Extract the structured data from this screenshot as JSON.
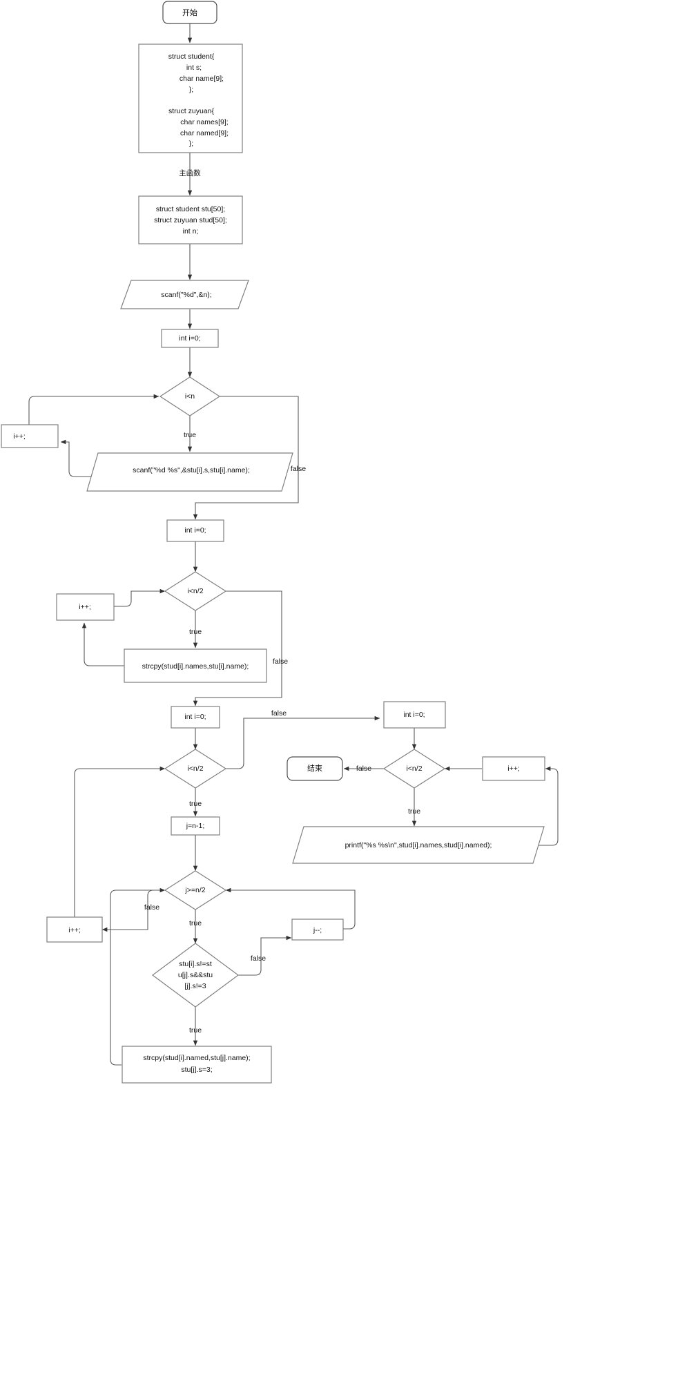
{
  "diagram": {
    "title": "C program flowchart",
    "language": "zh-CN + C",
    "colors": {
      "shape_stroke": "#7f7f7f",
      "shape_stroke_dark": "#4d4d4d",
      "connector": "#595959",
      "shape_fill": "#ffffff",
      "text": "#111111",
      "background": "#ffffff"
    }
  },
  "nodes": {
    "start": {
      "label": "开始",
      "shape": "terminator"
    },
    "structs": {
      "shape": "process",
      "lines": [
        "struct student{",
        "int s;",
        "char name[9];",
        "};",
        "",
        "struct zuyuan{",
        "char names[9];",
        "char named[9];",
        "};"
      ]
    },
    "declare": {
      "shape": "process",
      "lines": [
        "struct student stu[50];",
        "struct zuyuan stud[50];",
        "int n;"
      ]
    },
    "scan_n": {
      "label": "scanf(\"%d\",&n);",
      "shape": "io"
    },
    "init_i_1": {
      "label": "int i=0;",
      "shape": "process"
    },
    "cond_i_lt_n": {
      "label": "i<n",
      "shape": "decision"
    },
    "inc_i_1": {
      "label": "i++;",
      "shape": "process"
    },
    "scan_student": {
      "label": "scanf(\"%d %s\",&stu[i].s,stu[i].name);",
      "shape": "io"
    },
    "init_i_2": {
      "label": "int i=0;",
      "shape": "process"
    },
    "cond_i_lt_n2_a": {
      "label": "i<n/2",
      "shape": "decision"
    },
    "inc_i_2": {
      "label": "i++;",
      "shape": "process"
    },
    "strcpy_names": {
      "label": "strcpy(stud[i].names,stu[i].name);",
      "shape": "process"
    },
    "init_i_3": {
      "label": "int i=0;",
      "shape": "process"
    },
    "cond_i_lt_n2_b": {
      "label": "i<n/2",
      "shape": "decision"
    },
    "j_init": {
      "label": "j=n-1;",
      "shape": "process"
    },
    "cond_j_ge_n2": {
      "label": "j>=n/2",
      "shape": "decision"
    },
    "inc_i_3": {
      "label": "i++;",
      "shape": "process"
    },
    "dec_j": {
      "label": "j--;",
      "shape": "process"
    },
    "cond_match": {
      "shape": "decision",
      "lines": [
        "stu[i].s!=st",
        "u[j].s&&stu",
        "[j].s!=3"
      ]
    },
    "strcpy_named": {
      "shape": "process",
      "lines": [
        "strcpy(stud[i].named,stu[j].name);",
        "stu[j].s=3;"
      ]
    },
    "init_i_4": {
      "label": "int i=0;",
      "shape": "process"
    },
    "cond_i_lt_n2_c": {
      "label": "i<n/2",
      "shape": "decision"
    },
    "inc_i_4": {
      "label": "i++;",
      "shape": "process"
    },
    "print_out": {
      "label": "printf(\"%s %s\\n\",stud[i].names,stud[i].named);",
      "shape": "io"
    },
    "end": {
      "label": "结束",
      "shape": "terminator"
    }
  },
  "edge_labels": {
    "main_function": "主函数",
    "true_1": "true",
    "false_1": "false",
    "true_2": "true",
    "false_2": "false",
    "true_3": "true",
    "false_3": "false",
    "true_4": "true",
    "false_4": "false",
    "true_5": "true",
    "false_5": "false",
    "true_6": "true",
    "false_6": "false"
  }
}
